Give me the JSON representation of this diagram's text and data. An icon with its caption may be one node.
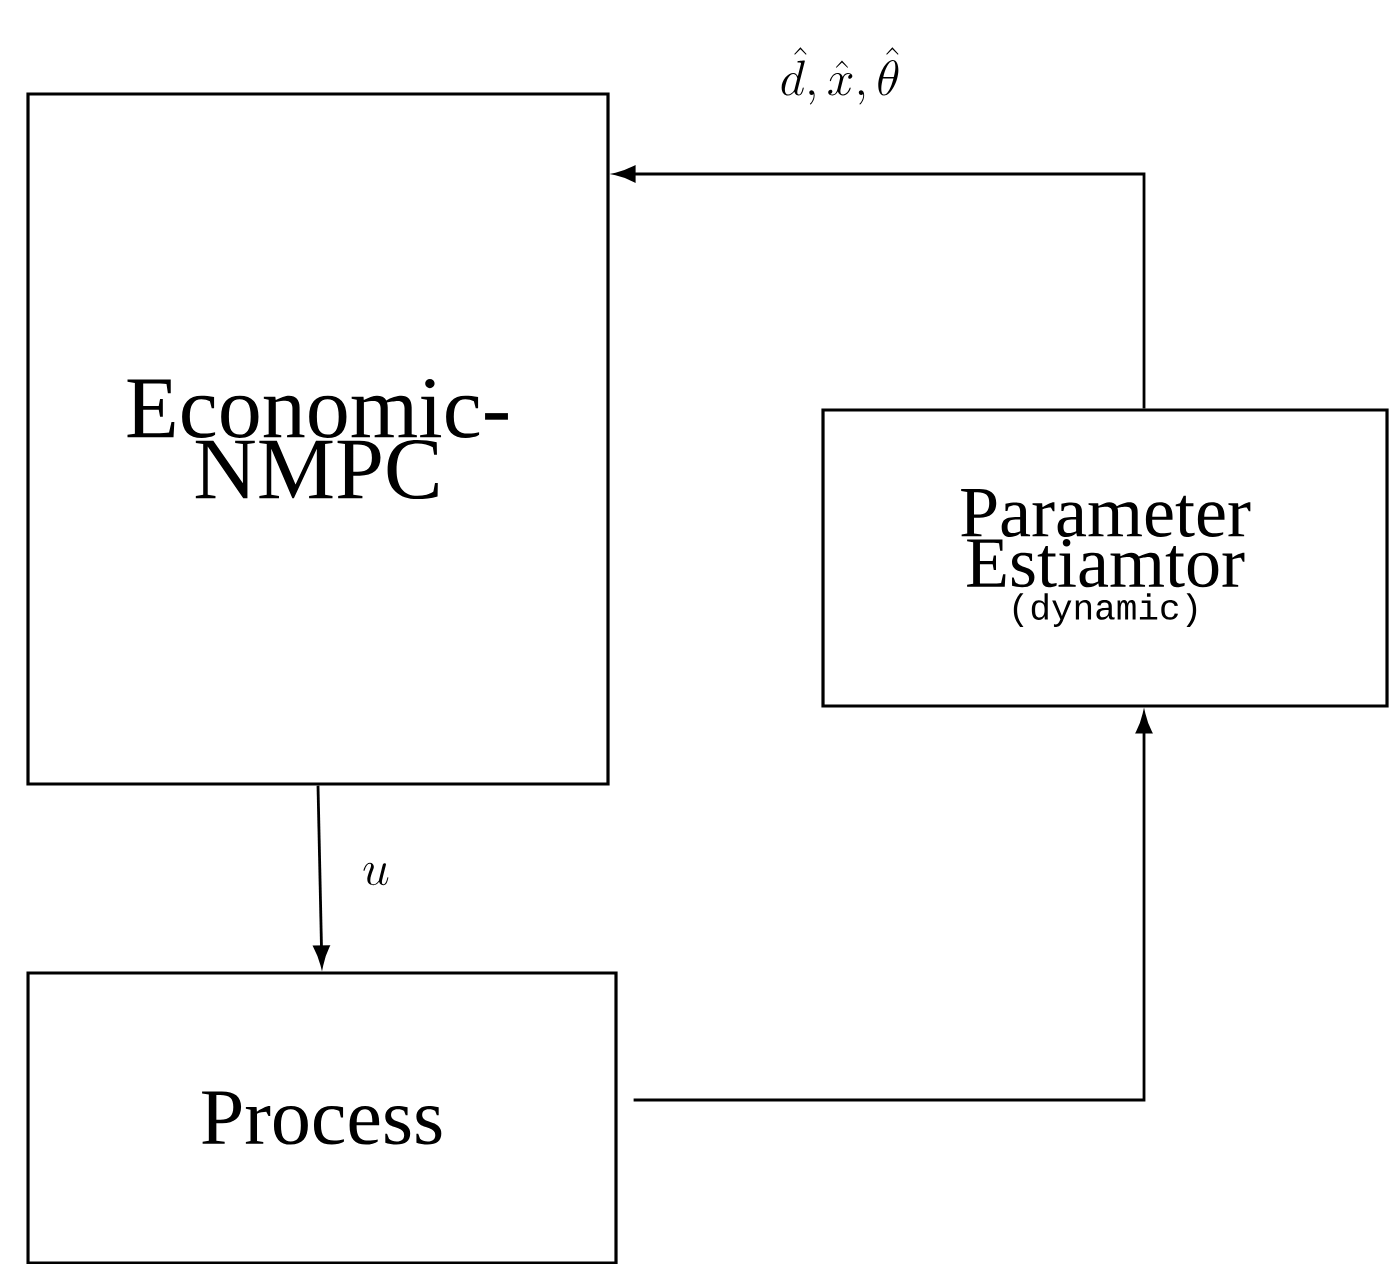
{
  "diagram": {
    "nodes": [
      {
        "text": [
          "Economic- NMPC"
        ]
      },
      {
        "text": [
          "Parameter Estiamtor",
          "(dynamic)"
        ]
      },
      {
        "text": [
          "Process"
        ]
      }
    ],
    "edges": [
      {
        "from": 0,
        "to": 2,
        "arrow": "to",
        "label": "u"
      },
      {
        "from": 2,
        "to": 1,
        "arrow": "to"
      },
      {
        "from": 1,
        "to": 0,
        "arrow": "to",
        "label": "\\hat{d}, \\hat{x}, \\hat{\\theta}"
      }
    ]
  }
}
